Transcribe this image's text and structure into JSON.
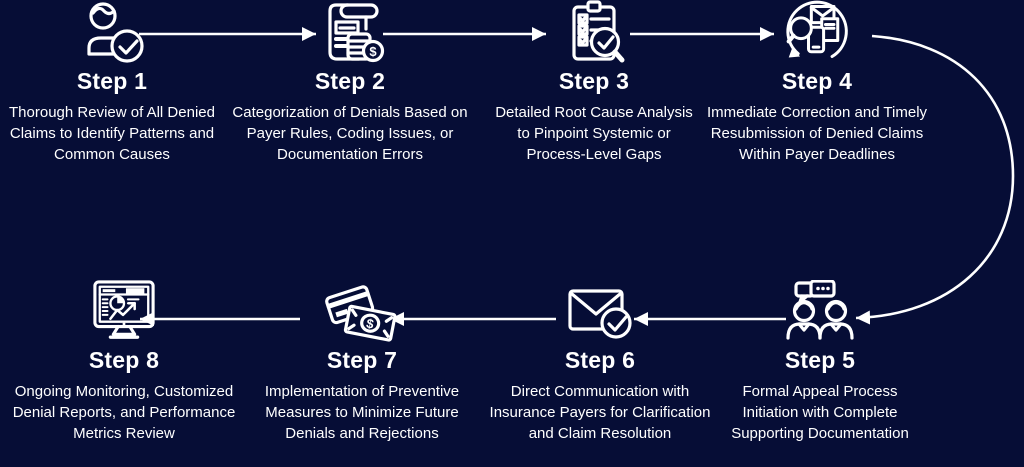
{
  "theme": {
    "background": "#060D36",
    "foreground": "#FFFFFF",
    "arrow_color": "#FFFFFF"
  },
  "diagram_type": "8-step denial management process flow",
  "steps": [
    {
      "title": "Step 1",
      "icon": "person-check-icon",
      "lines": [
        "Thorough Review of All Denied",
        "Claims to Identify Patterns and",
        "Common Causes"
      ]
    },
    {
      "title": "Step 2",
      "icon": "billing-receipt-coins-icon",
      "lines": [
        "Categorization of Denials Based on",
        "Payer Rules, Coding Issues, or",
        "Documentation Errors"
      ]
    },
    {
      "title": "Step 3",
      "icon": "checklist-magnifier-icon",
      "lines": [
        "Detailed Root Cause Analysis",
        "to Pinpoint Systemic or",
        "Process-Level Gaps"
      ]
    },
    {
      "title": "Step 4",
      "icon": "resubmission-documents-icon",
      "lines": [
        "Immediate Correction and Timely",
        "Resubmission of Denied Claims",
        "Within Payer Deadlines"
      ]
    },
    {
      "title": "Step 5",
      "icon": "people-discussion-icon",
      "lines": [
        "Formal Appeal Process",
        "Initiation with Complete",
        "Supporting Documentation"
      ]
    },
    {
      "title": "Step 6",
      "icon": "envelope-check-icon",
      "lines": [
        "Direct Communication with",
        "Insurance Payers for Clarification",
        "and Claim Resolution"
      ]
    },
    {
      "title": "Step 7",
      "icon": "card-payment-icon",
      "lines": [
        "Implementation of Preventive",
        "Measures to Minimize Future",
        "Denials and Rejections"
      ]
    },
    {
      "title": "Step 8",
      "icon": "analytics-monitor-icon",
      "lines": [
        "Ongoing Monitoring, Customized",
        "Denial Reports, and Performance",
        "Metrics Review"
      ]
    }
  ]
}
